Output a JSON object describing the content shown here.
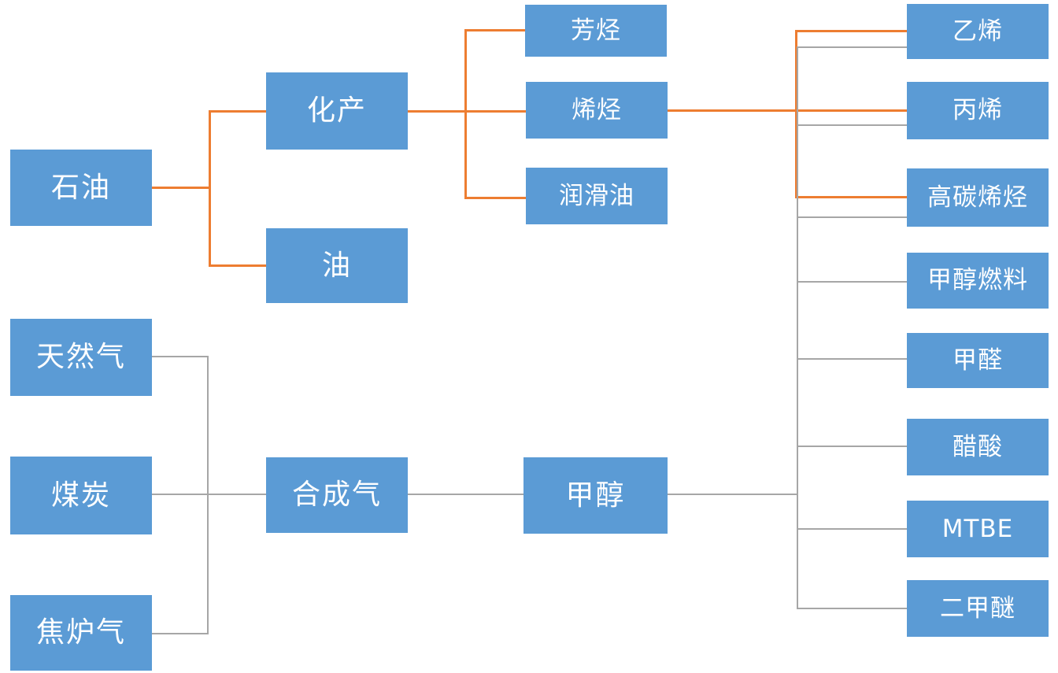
{
  "diagram": {
    "title": "",
    "nodes": [
      {
        "id": "petroleum",
        "label": "石油"
      },
      {
        "id": "natural-gas",
        "label": "天然气"
      },
      {
        "id": "coal",
        "label": "煤炭"
      },
      {
        "id": "coke-oven-gas",
        "label": "焦炉气"
      },
      {
        "id": "chemical-products",
        "label": "化产"
      },
      {
        "id": "oil",
        "label": "油"
      },
      {
        "id": "syngas",
        "label": "合成气"
      },
      {
        "id": "aromatics",
        "label": "芳烃"
      },
      {
        "id": "olefins",
        "label": "烯烃"
      },
      {
        "id": "lube-oil",
        "label": "润滑油"
      },
      {
        "id": "methanol",
        "label": "甲醇"
      },
      {
        "id": "ethylene",
        "label": "乙烯"
      },
      {
        "id": "propylene",
        "label": "丙烯"
      },
      {
        "id": "higher-olefins",
        "label": "高碳烯烃"
      },
      {
        "id": "methanol-fuel",
        "label": "甲醇燃料"
      },
      {
        "id": "formaldehyde",
        "label": "甲醛"
      },
      {
        "id": "acetic-acid",
        "label": "醋酸"
      },
      {
        "id": "mtbe",
        "label": "MTBE"
      },
      {
        "id": "dimethyl-ether",
        "label": "二甲醚"
      }
    ],
    "connections": [
      {
        "from": "石油",
        "to": "化产",
        "color": "orange"
      },
      {
        "from": "石油",
        "to": "油",
        "color": "orange"
      },
      {
        "from": "化产",
        "to": "芳烃",
        "color": "orange"
      },
      {
        "from": "化产",
        "to": "烯烃",
        "color": "orange"
      },
      {
        "from": "化产",
        "to": "润滑油",
        "color": "orange"
      },
      {
        "from": "烯烃",
        "to": "乙烯",
        "color": "orange"
      },
      {
        "from": "烯烃",
        "to": "丙烯",
        "color": "orange"
      },
      {
        "from": "烯烃",
        "to": "高碳烯烃",
        "color": "orange"
      },
      {
        "from": "天然气",
        "to": "合成气",
        "color": "gray"
      },
      {
        "from": "煤炭",
        "to": "合成气",
        "color": "gray"
      },
      {
        "from": "焦炉气",
        "to": "合成气",
        "color": "gray"
      },
      {
        "from": "合成气",
        "to": "甲醇",
        "color": "gray"
      },
      {
        "from": "甲醇",
        "to": "乙烯",
        "color": "gray"
      },
      {
        "from": "甲醇",
        "to": "丙烯",
        "color": "gray"
      },
      {
        "from": "甲醇",
        "to": "高碳烯烃",
        "color": "gray"
      },
      {
        "from": "甲醇",
        "to": "甲醇燃料",
        "color": "gray"
      },
      {
        "from": "甲醇",
        "to": "甲醛",
        "color": "gray"
      },
      {
        "from": "甲醇",
        "to": "醋酸",
        "color": "gray"
      },
      {
        "from": "甲醇",
        "to": "MTBE",
        "color": "gray"
      },
      {
        "from": "甲醇",
        "to": "二甲醚",
        "color": "gray"
      }
    ]
  },
  "colors": {
    "background": "#ffffff",
    "node_fill": "#5B9BD5",
    "node_text": "#ffffff",
    "edge_orange": "#ED7D31",
    "edge_gray": "#A6A6A6"
  }
}
